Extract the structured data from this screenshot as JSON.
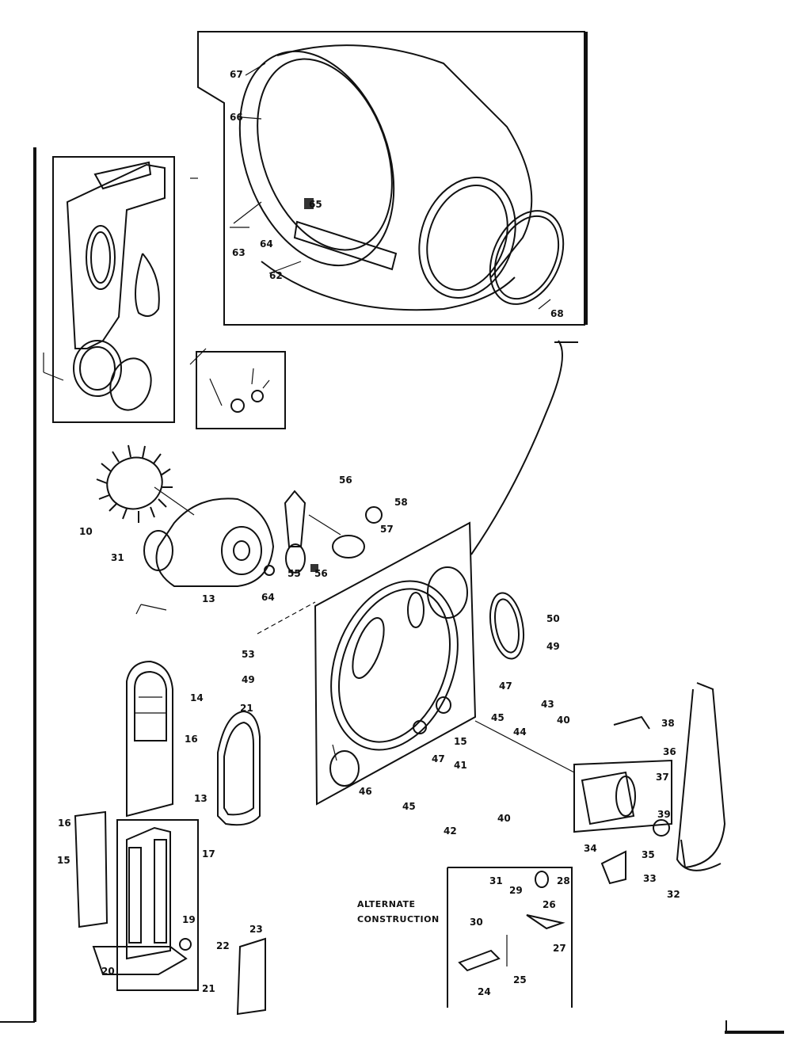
{
  "caption": {
    "line1": "ALTERNATE",
    "line2": "CONSTRUCTION"
  },
  "callouts": [
    {
      "id": "67",
      "text": "67"
    },
    {
      "id": "66",
      "text": "66"
    },
    {
      "id": "65a",
      "text": "65"
    },
    {
      "id": "64",
      "text": "64"
    },
    {
      "id": "63",
      "text": "63"
    },
    {
      "id": "62",
      "text": "62"
    },
    {
      "id": "68",
      "text": "68"
    },
    {
      "id": "10a",
      "text": "10"
    },
    {
      "id": "31a",
      "text": "31"
    },
    {
      "id": "64b",
      "text": "64"
    },
    {
      "id": "56a",
      "text": "56"
    },
    {
      "id": "58",
      "text": "58"
    },
    {
      "id": "57",
      "text": "57"
    },
    {
      "id": "55",
      "text": "55"
    },
    {
      "id": "56b",
      "text": "56"
    },
    {
      "id": "53",
      "text": "53"
    },
    {
      "id": "49a",
      "text": "49"
    },
    {
      "id": "50",
      "text": "50"
    },
    {
      "id": "49b",
      "text": "49"
    },
    {
      "id": "47",
      "text": "47"
    },
    {
      "id": "43",
      "text": "43"
    },
    {
      "id": "40",
      "text": "40"
    },
    {
      "id": "44",
      "text": "44"
    },
    {
      "id": "45",
      "text": "45"
    },
    {
      "id": "15a",
      "text": "15"
    },
    {
      "id": "47b",
      "text": "47"
    },
    {
      "id": "41",
      "text": "41"
    },
    {
      "id": "46",
      "text": "46"
    },
    {
      "id": "45b",
      "text": "45"
    },
    {
      "id": "40b",
      "text": "40"
    },
    {
      "id": "42",
      "text": "42"
    },
    {
      "id": "13a",
      "text": "13"
    },
    {
      "id": "14",
      "text": "14"
    },
    {
      "id": "16a",
      "text": "16"
    },
    {
      "id": "13b",
      "text": "13"
    },
    {
      "id": "21",
      "text": "21"
    },
    {
      "id": "16b",
      "text": "16"
    },
    {
      "id": "15b",
      "text": "15"
    },
    {
      "id": "17",
      "text": "17"
    },
    {
      "id": "19",
      "text": "19"
    },
    {
      "id": "20",
      "text": "20"
    },
    {
      "id": "22",
      "text": "22"
    },
    {
      "id": "21b",
      "text": "21"
    },
    {
      "id": "23",
      "text": "23"
    },
    {
      "id": "38",
      "text": "38"
    },
    {
      "id": "36",
      "text": "36"
    },
    {
      "id": "37",
      "text": "37"
    },
    {
      "id": "39",
      "text": "39"
    },
    {
      "id": "34",
      "text": "34"
    },
    {
      "id": "35",
      "text": "35"
    },
    {
      "id": "33",
      "text": "33"
    },
    {
      "id": "32",
      "text": "32"
    },
    {
      "id": "31b",
      "text": "31"
    },
    {
      "id": "29",
      "text": "29"
    },
    {
      "id": "26",
      "text": "26"
    },
    {
      "id": "28",
      "text": "28"
    },
    {
      "id": "27",
      "text": "27"
    },
    {
      "id": "30",
      "text": "30"
    },
    {
      "id": "25",
      "text": "25"
    },
    {
      "id": "24",
      "text": "24"
    }
  ]
}
